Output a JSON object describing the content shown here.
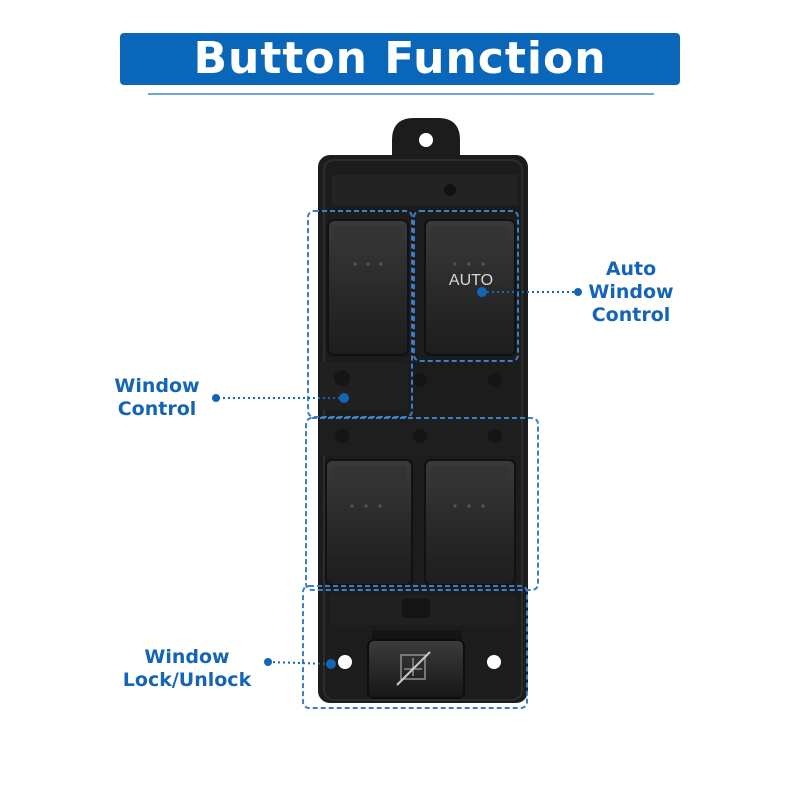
{
  "title": "Button Function",
  "colors": {
    "accent": "#0a66b8",
    "label": "#1565b6",
    "dashed_box": "#3d7ec9",
    "switch_body": "#1c1c1c"
  },
  "switch_text": {
    "auto": "AUTO"
  },
  "labels": {
    "auto_window": {
      "line1": "Auto Window",
      "line2": "Control"
    },
    "window_control": {
      "line1": "Window",
      "line2": "Control"
    },
    "window_lock": {
      "line1": "Window",
      "line2": "Lock/Unlock"
    }
  },
  "icons": {
    "lock_button": "window-lock-crossed-icon"
  }
}
